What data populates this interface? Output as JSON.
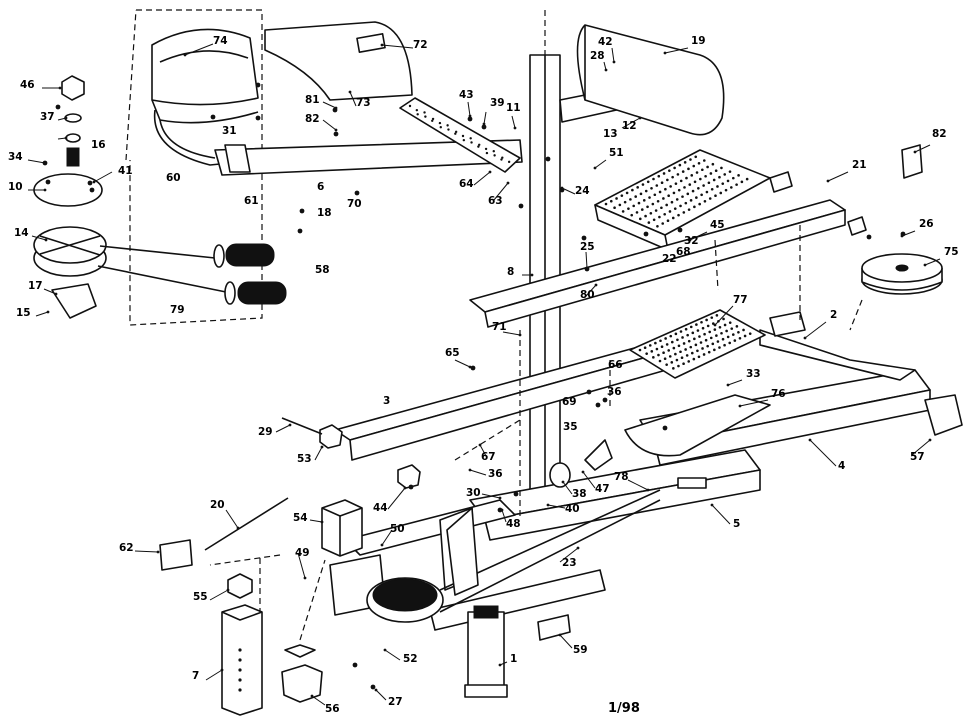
{
  "date_code": "1/98",
  "part_numbers": [
    "1",
    "2",
    "3",
    "4",
    "5",
    "6",
    "7",
    "8",
    "10",
    "11",
    "12",
    "13",
    "14",
    "15",
    "16",
    "17",
    "18",
    "19",
    "20",
    "21",
    "22",
    "23",
    "24",
    "25",
    "26",
    "27",
    "28",
    "29",
    "30",
    "31",
    "32",
    "33",
    "34",
    "35",
    "36",
    "37",
    "38",
    "39",
    "40",
    "41",
    "42",
    "43",
    "44",
    "45",
    "46",
    "47",
    "48",
    "49",
    "50",
    "51",
    "52",
    "53",
    "54",
    "55",
    "56",
    "57",
    "58",
    "59",
    "60",
    "61",
    "62",
    "63",
    "64",
    "65",
    "66",
    "67",
    "68",
    "69",
    "70",
    "71",
    "72",
    "73",
    "74",
    "75",
    "76",
    "77",
    "78",
    "79",
    "80",
    "81",
    "82"
  ]
}
